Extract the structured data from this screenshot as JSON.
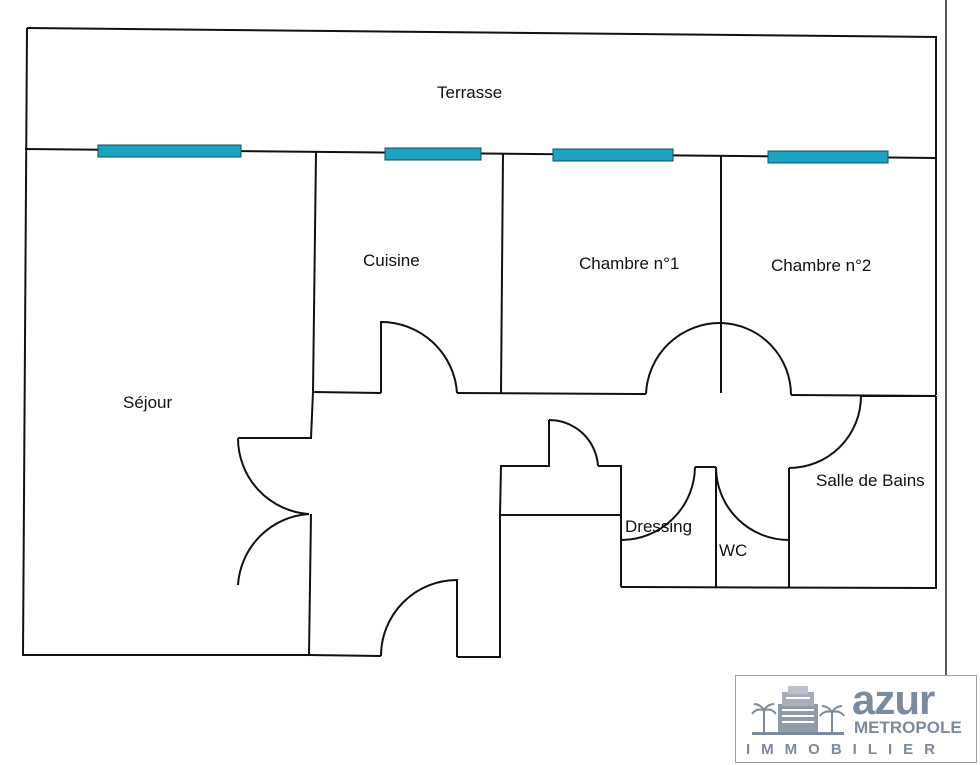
{
  "rooms": {
    "terrasse": "Terrasse",
    "sejour": "Séjour",
    "cuisine": "Cuisine",
    "chambre1": "Chambre n°1",
    "chambre2": "Chambre n°2",
    "salle_de_bains": "Salle de Bains",
    "dressing": "Dressing",
    "wc": "WC"
  },
  "logo": {
    "brand": "azur",
    "subtitle": "METROPOLE",
    "tagline": "IMMOBILIER"
  },
  "colors": {
    "window": "#1fa3c2",
    "logo_text": "#7b8a9c"
  }
}
